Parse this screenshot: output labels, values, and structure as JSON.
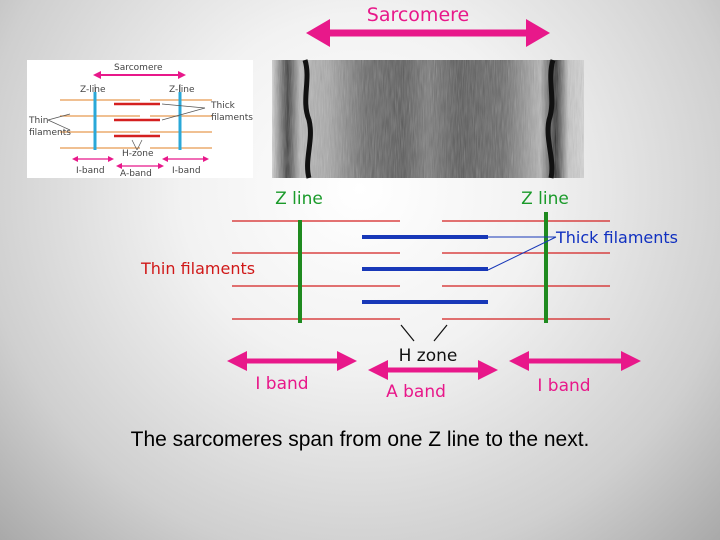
{
  "caption": "The sarcomeres span from one Z line to the next.",
  "top_label": {
    "text": "Sarcomere",
    "color": "#e8188a"
  },
  "inset": {
    "sarcomere": "Sarcomere",
    "z_line_left": "Z-line",
    "z_line_right": "Z-line",
    "thick_1": "Thick",
    "thick_2": "filaments",
    "thin_1": "Thin",
    "thin_2": "filaments",
    "h_zone": "H-zone",
    "i_band_left": "I-band",
    "a_band": "A-band",
    "i_band_right": "I-band"
  },
  "diagram": {
    "z_line_left": "Z line",
    "z_line_right": "Z line",
    "thick_filaments": "Thick filaments",
    "thin_filaments": "Thin filaments",
    "h_zone": "H zone",
    "i_band_left": "I band",
    "a_band": "A band",
    "i_band_right": "I band"
  },
  "colors": {
    "magenta": "#e8188a",
    "green_text": "#1a9a2a",
    "blue_text": "#1030c0",
    "red_text": "#d01818",
    "thin_filament": "#d42020",
    "thick_filament": "#1838b8",
    "z_line": "#1f8a1f",
    "inset_blue": "#2aa8d8"
  },
  "icons": {
    "micrograph": "muscle-micrograph-image"
  }
}
